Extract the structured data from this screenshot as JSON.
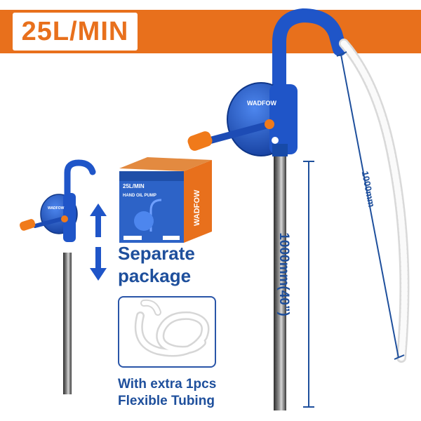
{
  "banner": {
    "flow_rate": "25L/MIN"
  },
  "package": {
    "separate_text_line1": "Separate",
    "separate_text_line2": "package",
    "box_rate": "25L/MIN",
    "box_title": "HAND OIL PUMP",
    "box_brand": "WADFOW"
  },
  "tubing": {
    "line1": "With extra 1pcs",
    "line2": "Flexible Tubing"
  },
  "dimensions": {
    "tube_length": "1000mm(40”)",
    "hose_length": "1000mm"
  },
  "pump": {
    "brand": "WADFOW"
  },
  "colors": {
    "accent": "#e8701c",
    "pump_blue": "#1f55c8",
    "text_blue": "#1e4f9c",
    "handle_orange": "#f07a1a"
  }
}
